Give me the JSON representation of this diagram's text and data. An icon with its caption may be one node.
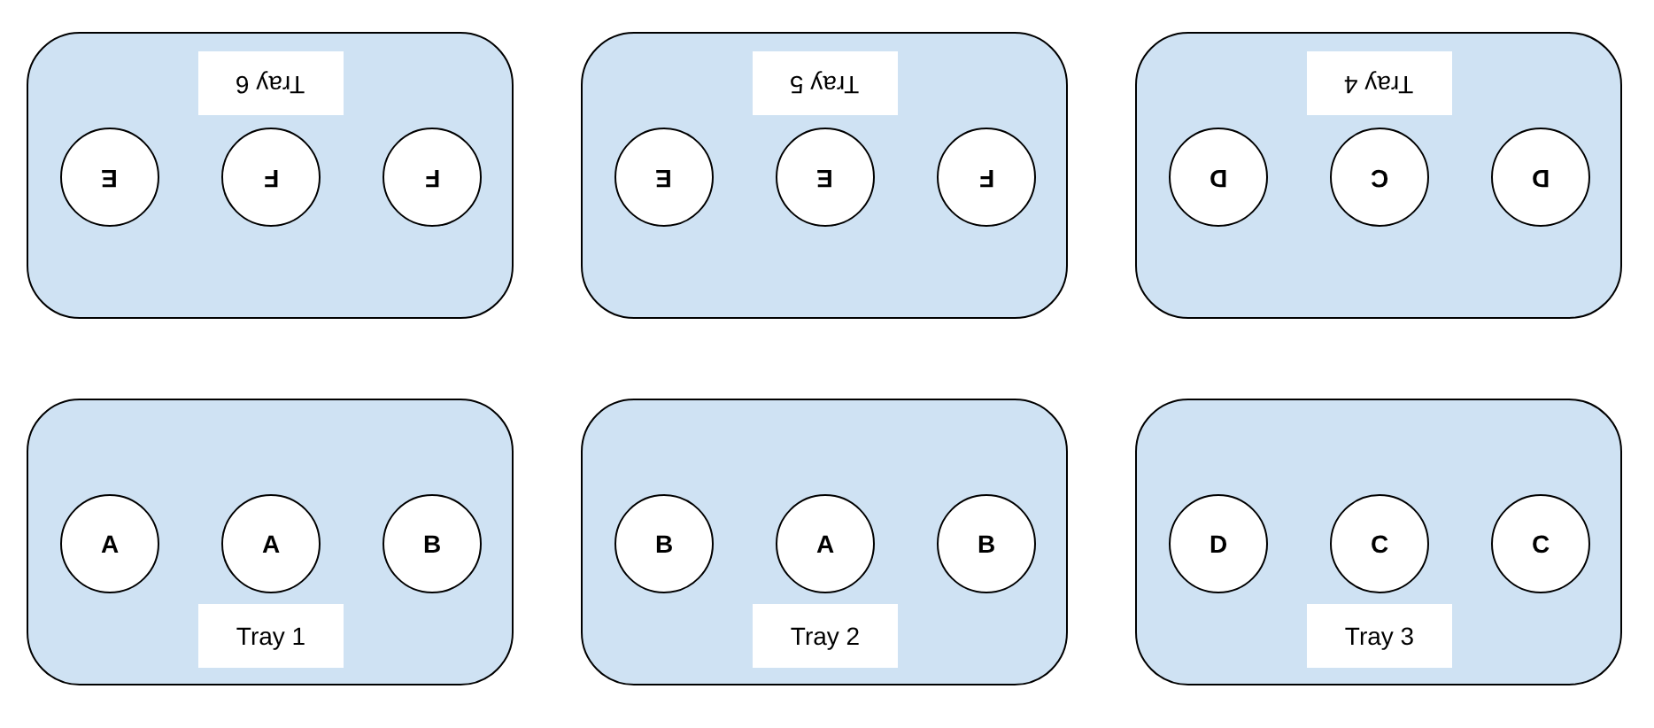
{
  "diagram": {
    "nodes": [
      {
        "text": [],
        "shape": "box"
      },
      {
        "text": [
          "Tray 6"
        ],
        "in": 0
      },
      {
        "text": [
          "E"
        ],
        "in": 0
      },
      {
        "text": [
          "F"
        ],
        "in": 0
      },
      {
        "text": [
          "F"
        ],
        "in": 0
      },
      {
        "text": [],
        "shape": "box"
      },
      {
        "text": [
          "Tray 5"
        ],
        "in": 5
      },
      {
        "text": [
          "E"
        ],
        "in": 5
      },
      {
        "text": [
          "E"
        ],
        "in": 5
      },
      {
        "text": [
          "F"
        ],
        "in": 5
      },
      {
        "text": [],
        "shape": "box"
      },
      {
        "text": [
          "Tray 4"
        ],
        "in": 10
      },
      {
        "text": [
          "D"
        ],
        "in": 10
      },
      {
        "text": [
          "C"
        ],
        "in": 10
      },
      {
        "text": [
          "D"
        ],
        "in": 10
      },
      {
        "text": [],
        "shape": "box"
      },
      {
        "text": [
          "Tray 1"
        ],
        "in": 15
      },
      {
        "text": [
          "A"
        ],
        "in": 15
      },
      {
        "text": [
          "A"
        ],
        "in": 15
      },
      {
        "text": [
          "B"
        ],
        "in": 15
      },
      {
        "text": [],
        "shape": "box"
      },
      {
        "text": [
          "Tray 2"
        ],
        "in": 20
      },
      {
        "text": [
          "B"
        ],
        "in": 20
      },
      {
        "text": [
          "A"
        ],
        "in": 20
      },
      {
        "text": [
          "B"
        ],
        "in": 20
      },
      {
        "text": [],
        "shape": "box"
      },
      {
        "text": [
          "Tray 3"
        ],
        "in": 25
      },
      {
        "text": [
          "D"
        ],
        "in": 25
      },
      {
        "text": [
          "C"
        ],
        "in": 25
      },
      {
        "text": [
          "C"
        ],
        "in": 25
      }
    ]
  }
}
